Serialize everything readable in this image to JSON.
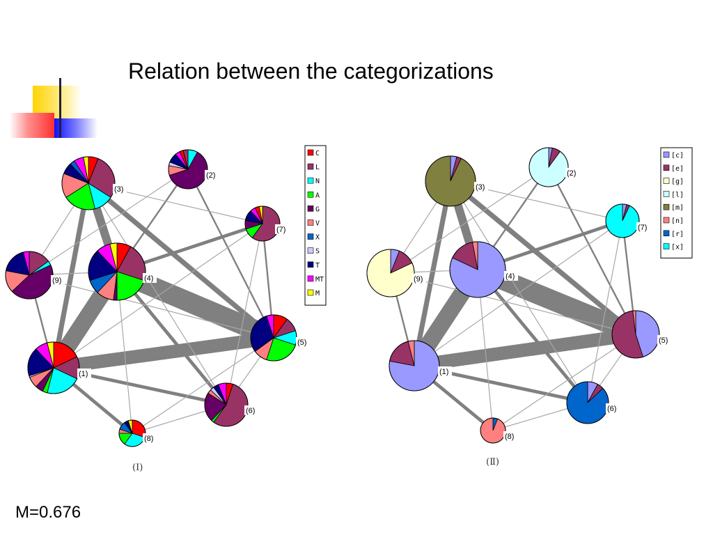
{
  "title": "Relation between the categorizations",
  "m_value": "M=0.676",
  "panels": [
    {
      "id": "I",
      "label": "(Ⅰ)",
      "legend": [
        {
          "key": "C",
          "color": "#ff0000"
        },
        {
          "key": "L",
          "color": "#993366"
        },
        {
          "key": "N",
          "color": "#00ffff"
        },
        {
          "key": "A",
          "color": "#00ff00"
        },
        {
          "key": "G",
          "color": "#660066"
        },
        {
          "key": "V",
          "color": "#ff8080"
        },
        {
          "key": "X",
          "color": "#0066cc"
        },
        {
          "key": "S",
          "color": "#ccccff"
        },
        {
          "key": "T",
          "color": "#000080"
        },
        {
          "key": "MT",
          "color": "#ff00ff"
        },
        {
          "key": "M",
          "color": "#ffff00"
        }
      ],
      "nodes": [
        {
          "label": "(1)",
          "slices": {
            "C": 18,
            "L": 14,
            "N": 22,
            "A": 3,
            "G": 5,
            "V": 7,
            "S": 1,
            "T": 18,
            "MT": 8,
            "M": 4
          }
        },
        {
          "label": "(2)",
          "slices": {
            "N": 8,
            "G": 62,
            "V": 8,
            "S": 3,
            "T": 8,
            "MT": 4,
            "C": 3,
            "L": 4
          }
        },
        {
          "label": "(3)",
          "slices": {
            "C": 6,
            "L": 28,
            "N": 12,
            "A": 20,
            "V": 15,
            "T": 7,
            "X": 3,
            "MT": 6,
            "M": 3
          }
        },
        {
          "label": "(4)",
          "slices": {
            "C": 8,
            "L": 22,
            "A": 20,
            "G": 2,
            "V": 10,
            "X": 8,
            "T": 18,
            "MT": 8,
            "M": 4
          }
        },
        {
          "label": "(5)",
          "slices": {
            "C": 10,
            "L": 10,
            "N": 10,
            "A": 25,
            "V": 10,
            "T": 30,
            "MT": 5
          }
        },
        {
          "label": "(6)",
          "slices": {
            "C": 5,
            "L": 55,
            "A": 2,
            "G": 22,
            "V": 3,
            "S": 3,
            "T": 4,
            "MT": 6
          }
        },
        {
          "label": "(7)",
          "slices": {
            "L": 60,
            "A": 10,
            "G": 8,
            "T": 10,
            "MT": 5,
            "C": 4,
            "M": 3
          }
        },
        {
          "label": "(8)",
          "slices": {
            "C": 30,
            "N": 30,
            "A": 15,
            "V": 5,
            "X": 10,
            "T": 5,
            "M": 5
          }
        },
        {
          "label": "(9)",
          "slices": {
            "L": 15,
            "N": 3,
            "G": 45,
            "V": 15,
            "T": 18,
            "MT": 4
          }
        }
      ]
    },
    {
      "id": "II",
      "label": "(Ⅱ)",
      "legend": [
        {
          "key": "[c]",
          "color": "#9999ff"
        },
        {
          "key": "[e]",
          "color": "#993366"
        },
        {
          "key": "[g]",
          "color": "#ffffcc"
        },
        {
          "key": "[l]",
          "color": "#ccffff"
        },
        {
          "key": "[m]",
          "color": "#808040"
        },
        {
          "key": "[n]",
          "color": "#ff8080"
        },
        {
          "key": "[r]",
          "color": "#0066cc"
        },
        {
          "key": "[x]",
          "color": "#00ffff"
        }
      ],
      "nodes": [
        {
          "label": "(1)",
          "slices": {
            "[c]": 78,
            "[e]": 18,
            "[n]": 4
          }
        },
        {
          "label": "(2)",
          "slices": {
            "[c]": 3,
            "[e]": 7,
            "[l]": 90
          }
        },
        {
          "label": "(3)",
          "slices": {
            "[c]": 4,
            "[e]": 3,
            "[m]": 93
          }
        },
        {
          "label": "(4)",
          "slices": {
            "[c]": 82,
            "[e]": 15,
            "[n]": 3
          }
        },
        {
          "label": "(5)",
          "slices": {
            "[c]": 45,
            "[e]": 53,
            "[n]": 2
          }
        },
        {
          "label": "(6)",
          "slices": {
            "[c]": 8,
            "[e]": 5,
            "[r]": 87
          }
        },
        {
          "label": "(7)",
          "slices": {
            "[c]": 4,
            "[e]": 3,
            "[x]": 93
          }
        },
        {
          "label": "(8)",
          "slices": {
            "[r]": 6,
            "[n]": 94
          }
        },
        {
          "label": "(9)",
          "slices": {
            "[c]": 6,
            "[e]": 12,
            "[g]": 82
          }
        }
      ]
    }
  ],
  "edges": [
    {
      "from": "(1)",
      "to": "(4)",
      "weight": 10
    },
    {
      "from": "(1)",
      "to": "(5)",
      "weight": 8
    },
    {
      "from": "(4)",
      "to": "(5)",
      "weight": 12
    },
    {
      "from": "(3)",
      "to": "(4)",
      "weight": 5
    },
    {
      "from": "(1)",
      "to": "(3)",
      "weight": 3
    },
    {
      "from": "(3)",
      "to": "(5)",
      "weight": 3
    },
    {
      "from": "(1)",
      "to": "(6)",
      "weight": 2
    },
    {
      "from": "(1)",
      "to": "(8)",
      "weight": 2
    },
    {
      "from": "(4)",
      "to": "(7)",
      "weight": 2
    },
    {
      "from": "(4)",
      "to": "(6)",
      "weight": 2
    },
    {
      "from": "(2)",
      "to": "(4)",
      "weight": 1
    },
    {
      "from": "(1)",
      "to": "(9)",
      "weight": 1
    },
    {
      "from": "(2)",
      "to": "(5)",
      "weight": 1
    },
    {
      "from": "(7)",
      "to": "(5)",
      "weight": 1
    },
    {
      "from": "(3)",
      "to": "(7)",
      "weight": 0.5
    },
    {
      "from": "(9)",
      "to": "(4)",
      "weight": 0.5
    },
    {
      "from": "(9)",
      "to": "(5)",
      "weight": 0.5
    },
    {
      "from": "(2)",
      "to": "(9)",
      "weight": 0.5
    },
    {
      "from": "(6)",
      "to": "(8)",
      "weight": 0.5
    },
    {
      "from": "(5)",
      "to": "(8)",
      "weight": 0.5
    },
    {
      "from": "(4)",
      "to": "(8)",
      "weight": 0.5
    },
    {
      "from": "(5)",
      "to": "(6)",
      "weight": 0.5
    },
    {
      "from": "(3)",
      "to": "(6)",
      "weight": 0.5
    },
    {
      "from": "(7)",
      "to": "(6)",
      "weight": 0.5
    },
    {
      "from": "(3)",
      "to": "(9)",
      "weight": 0.5
    },
    {
      "from": "(1)",
      "to": "(7)",
      "weight": 0.5
    }
  ]
}
